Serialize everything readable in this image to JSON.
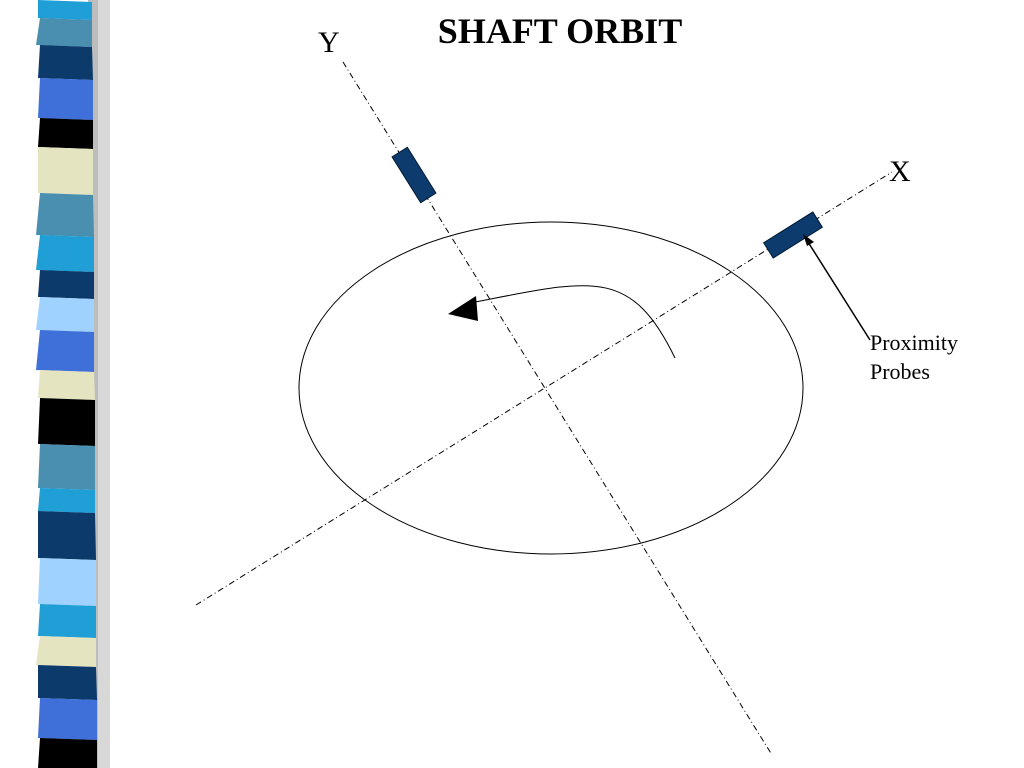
{
  "title": "SHAFT ORBIT",
  "axes": {
    "y_label": "Y",
    "x_label": "X"
  },
  "callout": {
    "line1": "Proximity",
    "line2": "Probes"
  },
  "colors": {
    "probe": "#0d3b6e",
    "stripes": [
      "#1f9fd6",
      "#4a8fb0",
      "#0b3a6b",
      "#3f6fd8",
      "#000000",
      "#e4e4c0",
      "#9fd2ff"
    ]
  }
}
